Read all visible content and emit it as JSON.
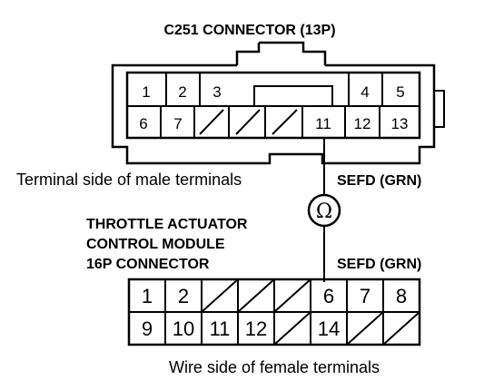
{
  "c251": {
    "title": "C251 CONNECTOR (13P)",
    "side_label": "Terminal side of male terminals",
    "terminal_label": "SEFD (GRN)",
    "row1": [
      "1",
      "2",
      "3",
      "",
      "",
      "",
      "4",
      "5"
    ],
    "row2": [
      "6",
      "7",
      "",
      "",
      "",
      "11",
      "12",
      "13"
    ]
  },
  "tac": {
    "title_lines": [
      "THROTTLE ACTUATOR",
      "CONTROL MODULE",
      "16P CONNECTOR"
    ],
    "terminal_label": "SEFD (GRN)",
    "side_label": "Wire side of female terminals",
    "row1": [
      "1",
      "2",
      "",
      "",
      "",
      "6",
      "7",
      "8"
    ],
    "row2": [
      "9",
      "10",
      "11",
      "12",
      "",
      "14",
      "",
      ""
    ]
  },
  "meter": {
    "symbol": "Ω"
  }
}
